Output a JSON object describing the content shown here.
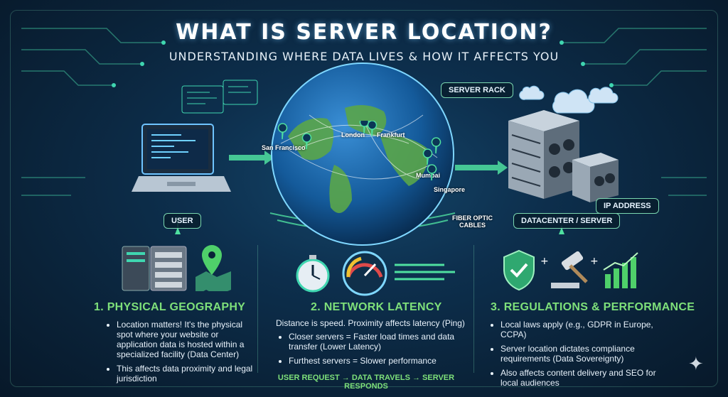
{
  "header": {
    "title": "WHAT IS SERVER LOCATION?",
    "subtitle": "UNDERSTANDING WHERE DATA LIVES & HOW IT AFFECTS YOU"
  },
  "diagram": {
    "user_label": "USER",
    "server_rack_label": "SERVER RACK",
    "ip_address_label": "IP ADDRESS",
    "fiber_optic_label": "FIBER OPTIC\nCABLES",
    "datacenter_label": "DATACENTER / SERVER",
    "cities": [
      "San Francisco",
      "London",
      "Frankfurt",
      "Mumbai",
      "Singapore"
    ]
  },
  "sections": [
    {
      "title": "1. PHYSICAL GEOGRAPHY",
      "bullets": [
        "Location matters! It's the physical spot where your website or application data is hosted within a specialized facility (Data Center)",
        "This affects data proximity and legal jurisdiction"
      ]
    },
    {
      "title": "2. NETWORK LATENCY",
      "intro": "Distance is speed. Proximity affects latency (Ping)",
      "bullets": [
        "Closer servers = Faster load times and data transfer (Lower Latency)",
        "Furthest servers = Slower performance"
      ],
      "flow": "USER REQUEST → DATA TRAVELS → SERVER RESPONDS"
    },
    {
      "title": "3. REGULATIONS & PERFORMANCE",
      "bullets": [
        "Local laws apply (e.g., GDPR in Europe, CCPA)",
        "Server location dictates compliance requirements (Data Sovereignty)",
        "Also affects content delivery and SEO for local audiences"
      ]
    }
  ],
  "colors": {
    "accent_green": "#7ee07a",
    "accent_teal": "#3fd6b0",
    "background": "#0a2238"
  }
}
